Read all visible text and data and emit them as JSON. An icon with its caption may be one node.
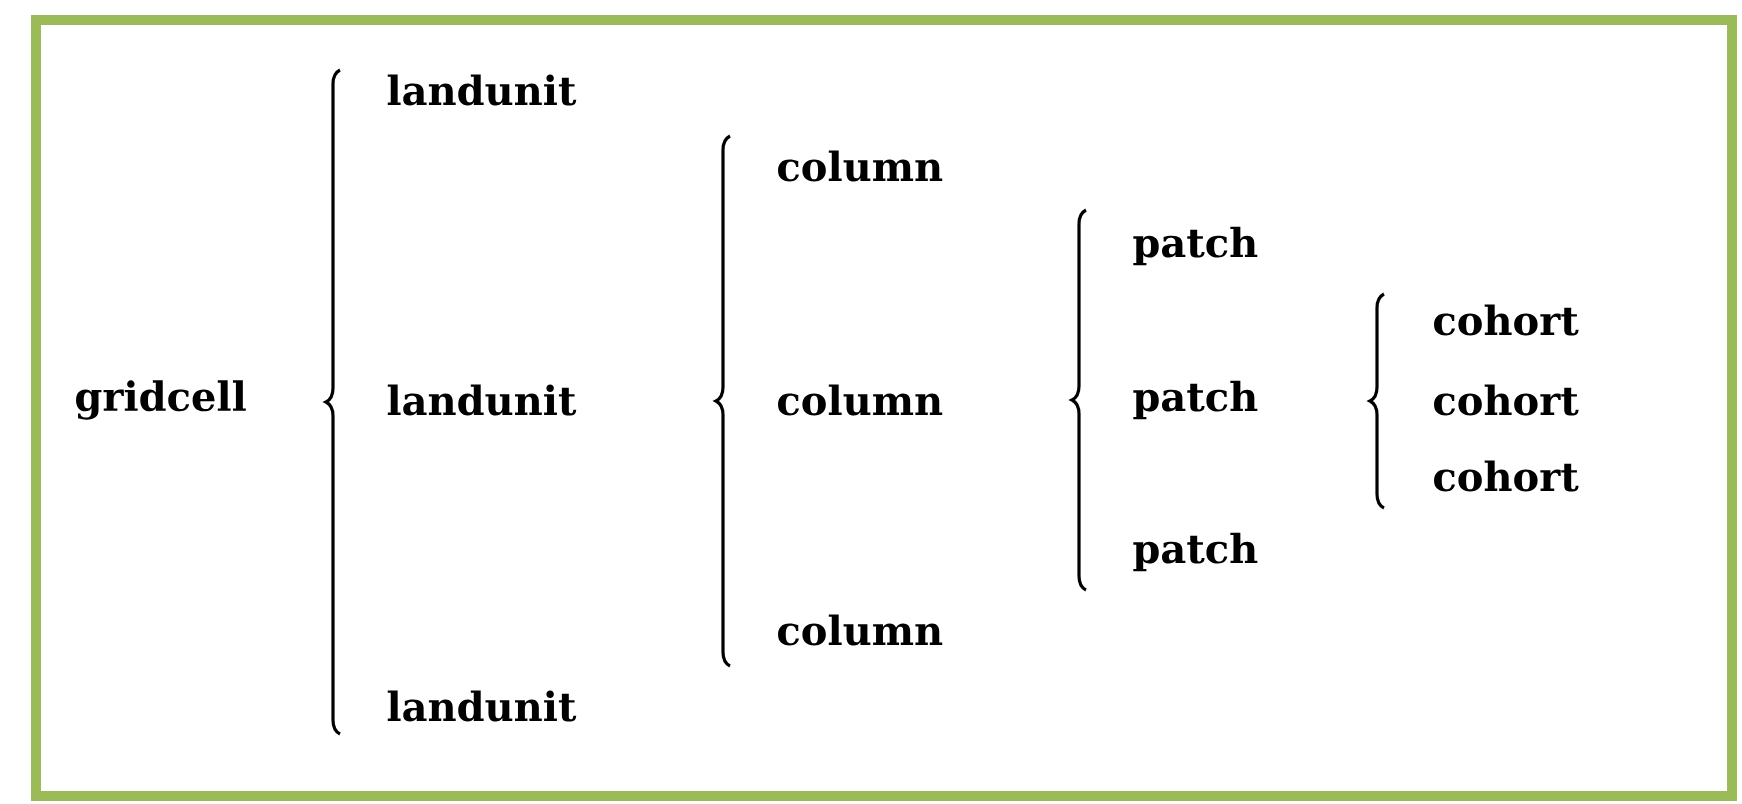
{
  "diagram": {
    "labels": [
      "gridcell",
      "landunit",
      "landunit",
      "landunit",
      "column",
      "column",
      "column",
      "patch",
      "patch",
      "patch",
      "cohort",
      "cohort",
      "cohort"
    ]
  }
}
